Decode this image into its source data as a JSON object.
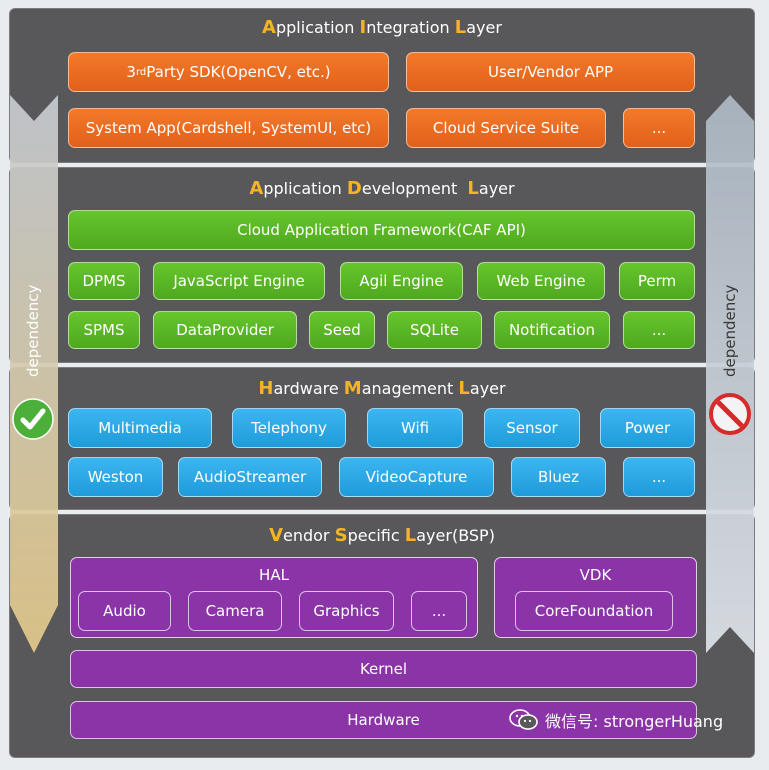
{
  "layers": {
    "integration": {
      "title": [
        {
          "hl": "A",
          "rest": "pplication "
        },
        {
          "hl": "I",
          "rest": "ntegration "
        },
        {
          "hl": "L",
          "rest": "ayer"
        }
      ],
      "boxes": {
        "sdk_prefix": "3",
        "sdk_sup": "rd",
        "sdk_rest": " Party SDK(OpenCV, etc.)",
        "vendor_app": "User/Vendor APP",
        "system_app": "System App(Cardshell, SystemUI, etc)",
        "cloud_suite": "Cloud Service Suite",
        "more": "..."
      }
    },
    "development": {
      "title": [
        {
          "hl": "A",
          "rest": "pplication "
        },
        {
          "hl": "D",
          "rest": "evelopment  "
        },
        {
          "hl": "L",
          "rest": "ayer"
        }
      ],
      "boxes": {
        "caf": "Cloud Application Framework(CAF API)",
        "dpms": "DPMS",
        "js_engine": "JavaScript Engine",
        "agil_engine": "Agil Engine",
        "web_engine": "Web Engine",
        "perm": "Perm",
        "spms": "SPMS",
        "dataprovider": "DataProvider",
        "seed": "Seed",
        "sqlite": "SQLite",
        "notification": "Notification",
        "more": "..."
      }
    },
    "hardware_mgmt": {
      "title": [
        {
          "hl": "H",
          "rest": "ardware "
        },
        {
          "hl": "M",
          "rest": "anagement "
        },
        {
          "hl": "L",
          "rest": "ayer"
        }
      ],
      "boxes": {
        "multimedia": "Multimedia",
        "telephony": "Telephony",
        "wifi": "Wifi",
        "sensor": "Sensor",
        "power": "Power",
        "weston": "Weston",
        "audiostreamer": "AudioStreamer",
        "videocapture": "VideoCapture",
        "bluez": "Bluez",
        "more": "..."
      }
    },
    "vendor": {
      "title": [
        {
          "hl": "V",
          "rest": "endor "
        },
        {
          "hl": "S",
          "rest": "pecific "
        },
        {
          "hl": "L",
          "rest": "ayer(BSP)"
        }
      ],
      "hal": {
        "title": "HAL",
        "audio": "Audio",
        "camera": "Camera",
        "graphics": "Graphics",
        "more": "..."
      },
      "vdk": {
        "title": "VDK",
        "corefoundation": "CoreFoundation"
      },
      "kernel": "Kernel",
      "hardware": "Hardware"
    }
  },
  "arrows": {
    "left_label": "dependency",
    "right_label": "dependency",
    "left_icon": "check-icon",
    "right_icon": "no-entry-icon"
  },
  "watermark": {
    "icon": "wechat-icon",
    "text": "微信号: strongerHuang"
  },
  "colors": {
    "layer_bg": "#58585a",
    "highlight": "#f5b326",
    "orange": "#ec6d22",
    "green": "#5ab825",
    "blue": "#2aa8e6",
    "purple": "#8a34a8",
    "check": "#4caf3a",
    "no_entry": "#d62b2b"
  }
}
